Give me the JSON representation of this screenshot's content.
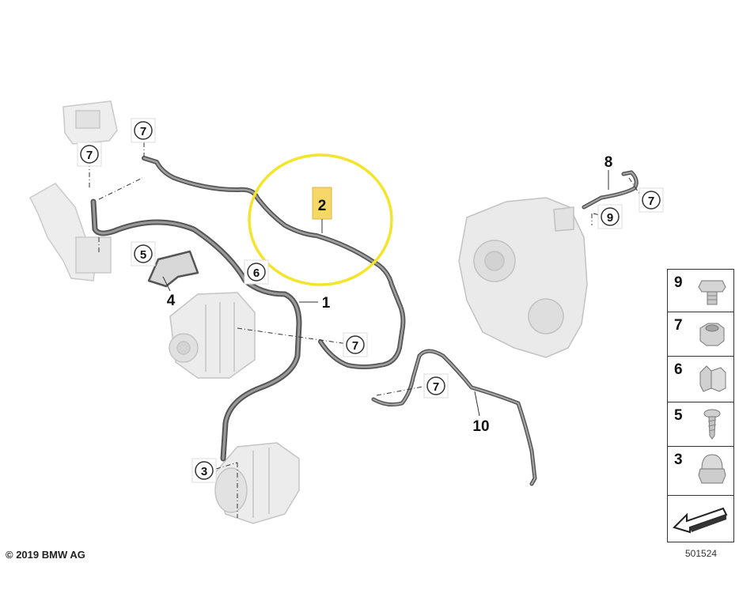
{
  "callouts": {
    "c7_top": "7",
    "c7_left": "7",
    "c7_mid": "7",
    "c7_right_mid": "7",
    "c7_far_right": "7",
    "c5": "5",
    "c6": "6",
    "c3": "3",
    "c9": "9",
    "l4": "4",
    "l1": "1",
    "l8": "8",
    "l10": "10",
    "highlight_2": "2"
  },
  "parts_legend": [
    {
      "number": "9",
      "icon": "hex-bolt-icon"
    },
    {
      "number": "7",
      "icon": "hex-nut-icon"
    },
    {
      "number": "6",
      "icon": "cable-clip-icon"
    },
    {
      "number": "5",
      "icon": "screw-icon"
    },
    {
      "number": "3",
      "icon": "cap-nut-icon"
    },
    {
      "number": "",
      "icon": "direction-arrow-icon"
    }
  ],
  "footer": {
    "copyright": "© 2019 BMW AG",
    "diagram_id": "501524"
  },
  "colors": {
    "highlight_circle": "#f2e52a",
    "highlight_box": "#f7d76a",
    "cable": "#555555",
    "component": "#c8c8c8"
  }
}
